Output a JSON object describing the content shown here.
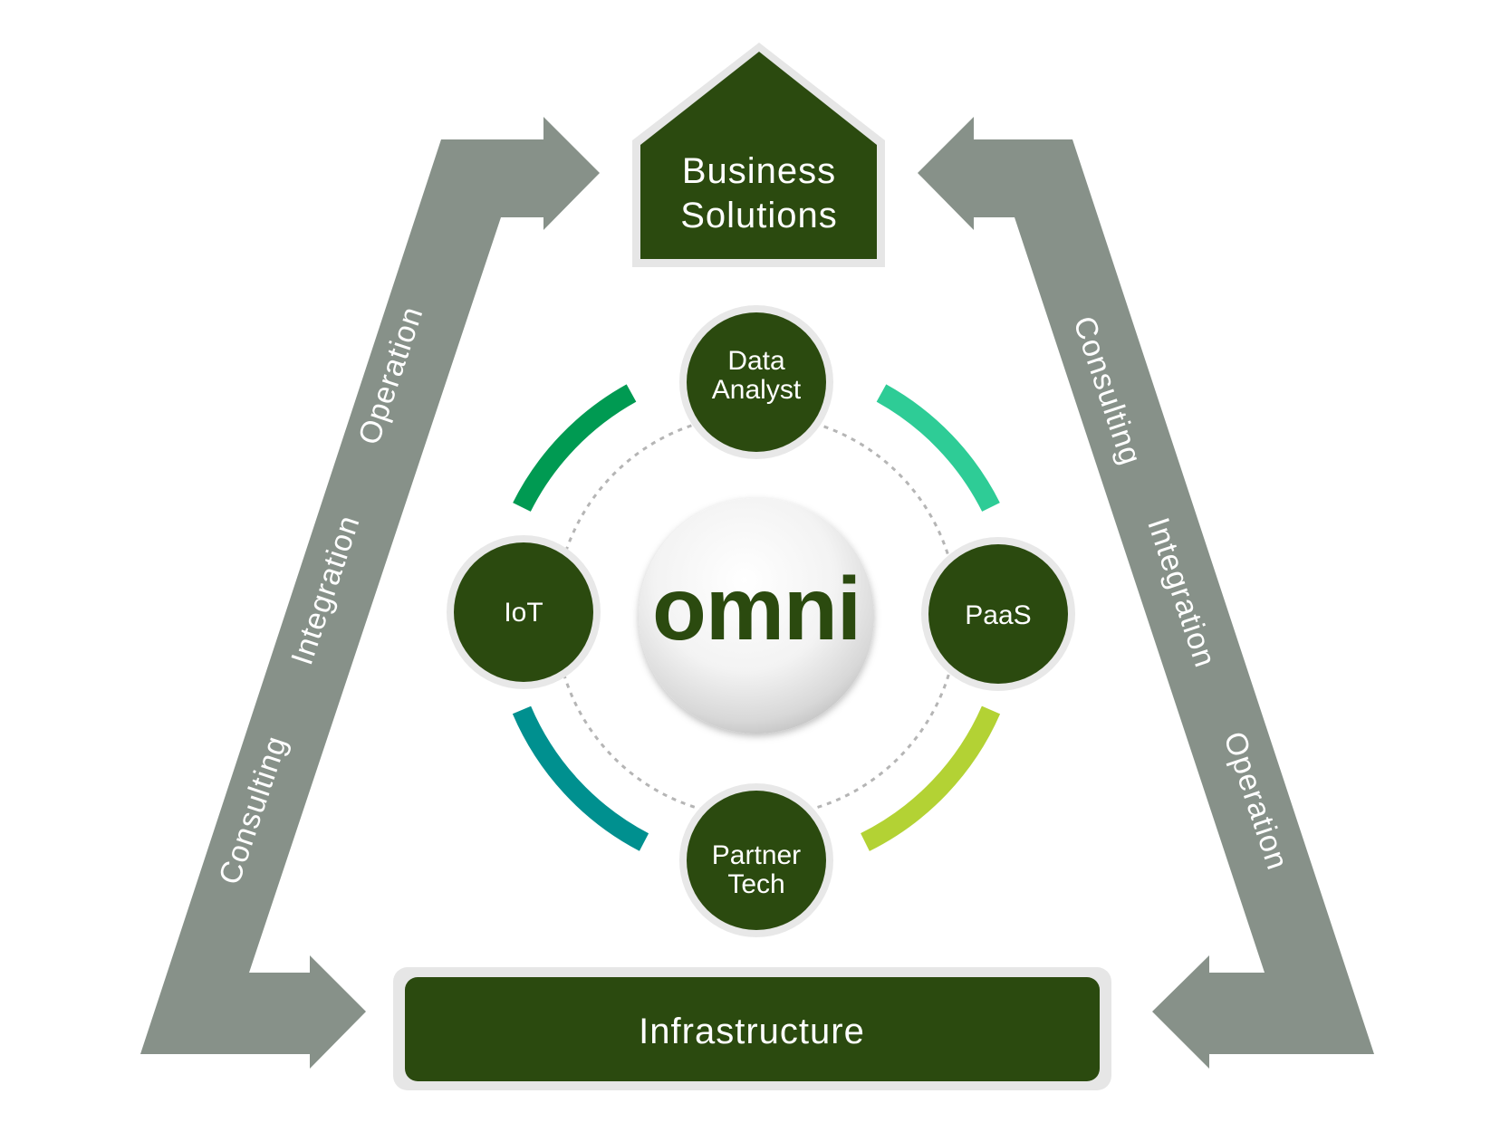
{
  "top_box": {
    "line1": "Business",
    "line2": "Solutions"
  },
  "bottom_box": {
    "label": "Infrastructure"
  },
  "center": {
    "logo_text": "omni"
  },
  "nodes": {
    "data_analyst": {
      "line1": "Data",
      "line2": "Analyst"
    },
    "iot": {
      "label": "IoT"
    },
    "paas": {
      "label": "PaaS"
    },
    "partner_tech": {
      "line1": "Partner",
      "line2": "Tech"
    }
  },
  "left_arrow": {
    "labels": [
      "Consulting",
      "Integration",
      "Operation"
    ]
  },
  "right_arrow": {
    "labels": [
      "Consulting",
      "Integration",
      "Operation"
    ]
  },
  "colors": {
    "dark_green": "#2b4a0f",
    "arrow_gray": "#879189",
    "arc_top_left": "#009a52",
    "arc_top_right": "#2ecc96",
    "arc_bottom_left": "#00908f",
    "arc_bottom_right": "#b3d234"
  }
}
